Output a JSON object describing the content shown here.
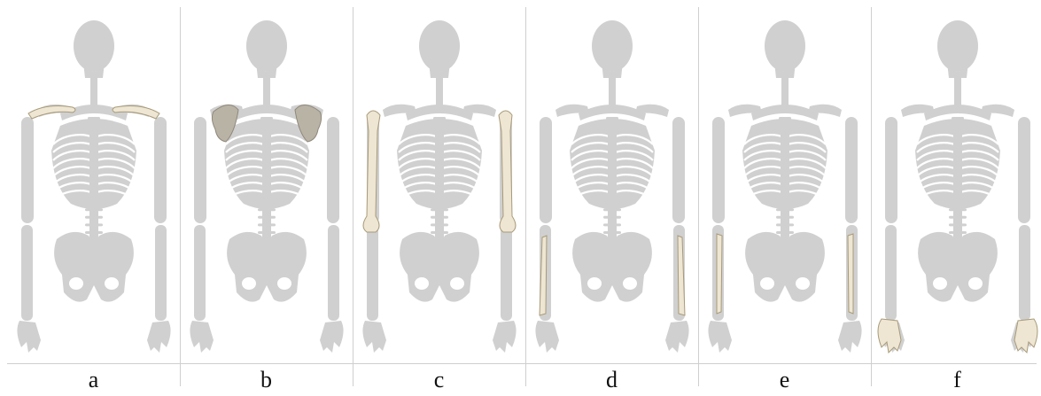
{
  "figure": {
    "panels": [
      {
        "label": "a",
        "highlight": "clavicle"
      },
      {
        "label": "b",
        "highlight": "scapula"
      },
      {
        "label": "c",
        "highlight": "humerus"
      },
      {
        "label": "d",
        "highlight": "radius"
      },
      {
        "label": "e",
        "highlight": "ulna"
      },
      {
        "label": "f",
        "highlight": "hand"
      }
    ],
    "colors": {
      "skeleton": "#d0d0d0",
      "bone": "#eee6d2",
      "bone_outline": "#a89a7a",
      "scapula": "#b9b3a6",
      "divider": "#cfcfcf"
    }
  }
}
